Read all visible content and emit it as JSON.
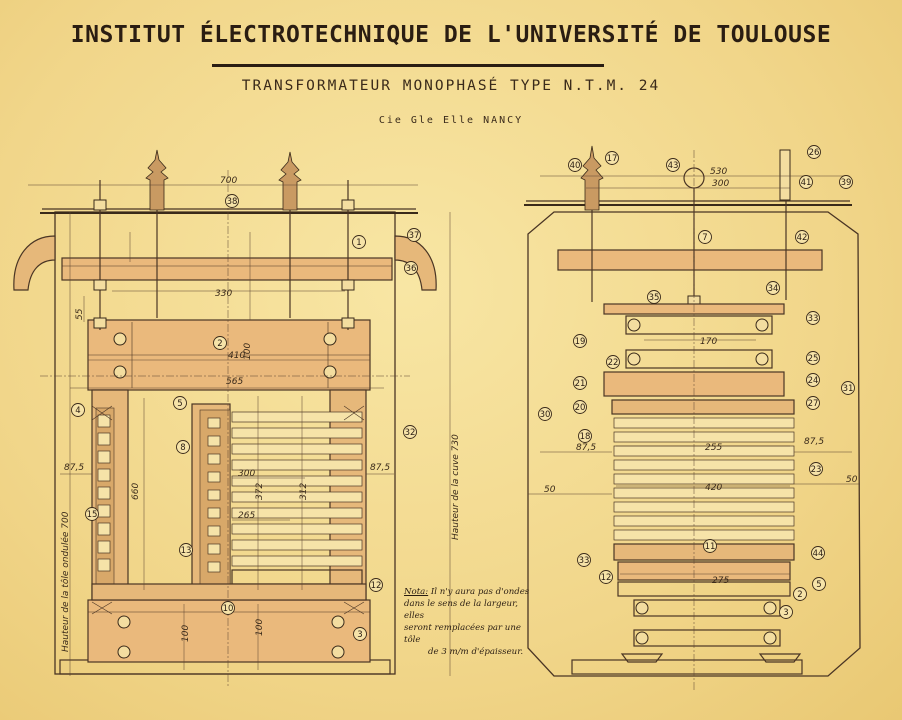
{
  "header": {
    "title": "INSTITUT ÉLECTROTECHNIQUE DE L'UNIVERSITÉ DE TOULOUSE",
    "subtitle": "TRANSFORMATEUR MONOPHASÉ TYPE N.T.M. 24",
    "maker": "Cie Gle Elle NANCY"
  },
  "note": {
    "heading": "Nota:",
    "lines": [
      "Il n'y aura pas d'ondes",
      "dans le sens de la largeur, elles",
      "seront remplacées par une tôle",
      "de 3 m/m d'épaisseur."
    ]
  },
  "left_view": {
    "dimensions": [
      "700",
      "330",
      "410",
      "565",
      "660",
      "300",
      "372",
      "265",
      "312",
      "87,5",
      "87,5",
      "100",
      "100",
      "100",
      "55"
    ],
    "vertical_labels": [
      "Hauteur de la tôle ondulée 700",
      "Hauteur de la cuve 730"
    ],
    "balloons": [
      "38",
      "37",
      "36",
      "1",
      "2",
      "4",
      "5",
      "8",
      "15",
      "13",
      "10",
      "12",
      "32",
      "3"
    ]
  },
  "right_view": {
    "dimensions": [
      "530",
      "300",
      "170",
      "255",
      "420",
      "275",
      "87,5",
      "87,5",
      "50",
      "50"
    ],
    "balloons": [
      "40",
      "17",
      "43",
      "26",
      "41",
      "39",
      "7",
      "42",
      "35",
      "34",
      "33",
      "19",
      "22",
      "25",
      "21",
      "20",
      "27",
      "31",
      "18",
      "24",
      "30",
      "23",
      "11",
      "44",
      "12",
      "2",
      "5",
      "3",
      "33"
    ]
  }
}
